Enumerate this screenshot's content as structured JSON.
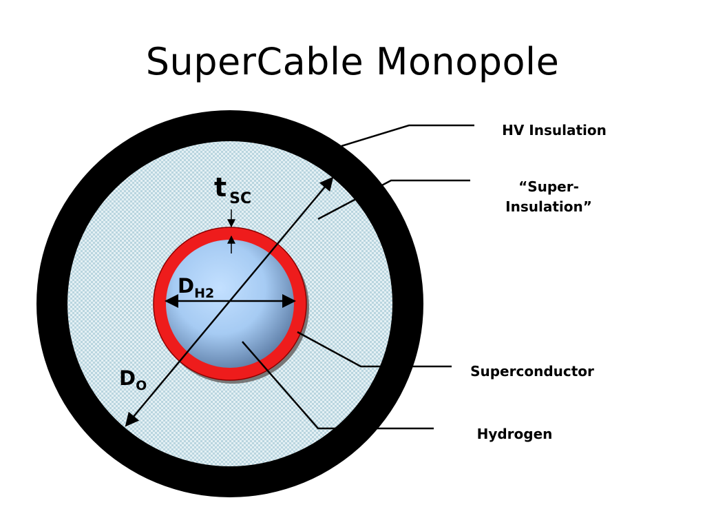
{
  "title": "SuperCable Monopole",
  "labels": {
    "hv_insulation": "HV Insulation",
    "super_insulation_line1": "“Super-",
    "super_insulation_line2": "Insulation”",
    "superconductor": "Superconductor",
    "hydrogen": "Hydrogen"
  },
  "symbols": {
    "t": "t",
    "t_sub": "SC",
    "dh2": "D",
    "dh2_sub": "H2",
    "do": "D",
    "do_sub": "O"
  },
  "colors": {
    "hv_insulation": "#000000",
    "super_insulation": "#cfe3ea",
    "superconductor": "#ee1c1c",
    "hydrogen_center": "#b7d9fb",
    "hydrogen_edge": "#5b7fae"
  }
}
